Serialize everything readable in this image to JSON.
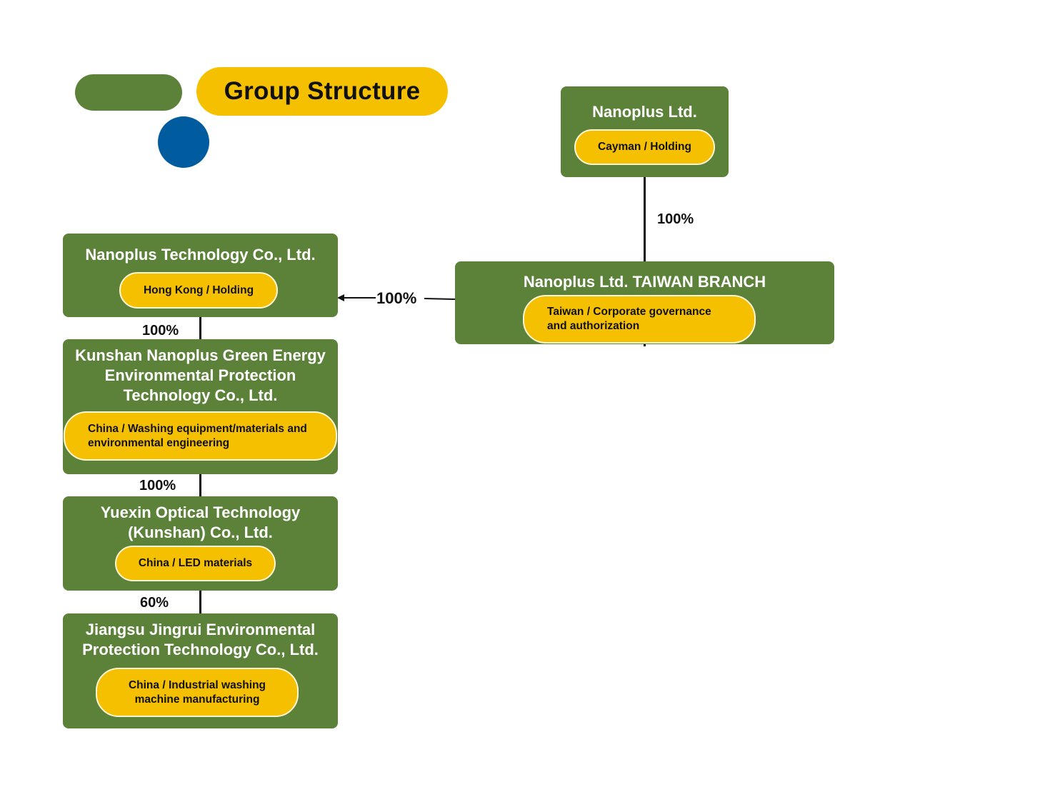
{
  "title": "Group Structure",
  "colors": {
    "green": "#5b8238",
    "yellow": "#f5c000",
    "blue": "#005b9f"
  },
  "nodes": {
    "root": {
      "name": "Nanoplus Ltd.",
      "tag": "Cayman / Holding"
    },
    "taiwan": {
      "name": "Nanoplus Ltd. TAIWAN BRANCH",
      "tag": "Taiwan / Corporate governance and authorization"
    },
    "hk": {
      "name": "Nanoplus Technology Co., Ltd.",
      "tag": "Hong Kong / Holding"
    },
    "kunshan": {
      "name": "Kunshan Nanoplus Green Energy Environmental Protection Technology Co., Ltd.",
      "tag": "China / Washing equipment/materials and environmental engineering"
    },
    "yuexin": {
      "name": "Yuexin Optical Technology (Kunshan) Co., Ltd.",
      "tag": "China / LED materials"
    },
    "jingrui": {
      "name": "Jiangsu Jingrui Environmental Protection Technology Co., Ltd.",
      "tag": "China / Industrial washing machine manufacturing"
    }
  },
  "ownership": {
    "root_to_taiwan": "100%",
    "taiwan_to_hk": "100%",
    "hk_to_kunshan": "100%",
    "kunshan_to_yuexin": "100%",
    "yuexin_to_jingrui": "60%"
  }
}
